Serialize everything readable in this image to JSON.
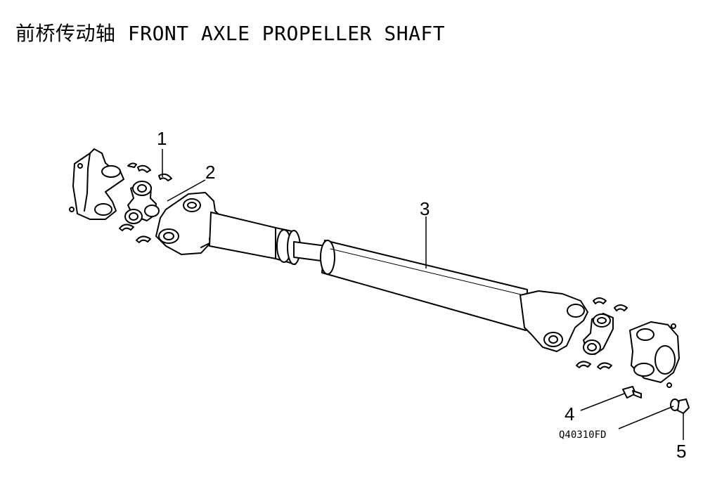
{
  "title": "前桥传动轴 FRONT AXLE PROPELLER SHAFT",
  "callouts": [
    "1",
    "2",
    "3",
    "4",
    "5"
  ],
  "part_code": "Q40310FD"
}
